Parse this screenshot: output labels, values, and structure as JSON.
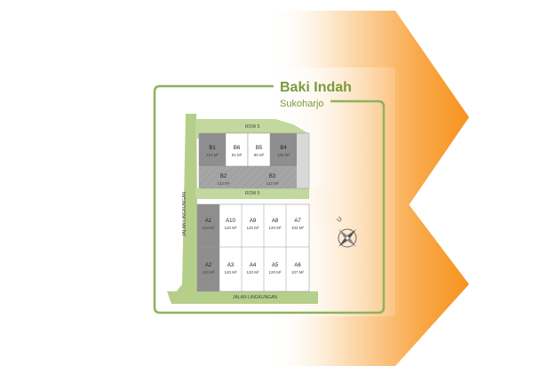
{
  "title": "Baki Indah",
  "subtitle": "Sukoharjo",
  "roads": {
    "row_top": "ROW 5",
    "row_mid": "ROW 5",
    "left": "JALAN LINGKUNGAN",
    "bottom": "JALAN LINGKUNGAN"
  },
  "compass_label": "U",
  "lots_top": [
    {
      "id": "B1",
      "area": "110 M²"
    },
    {
      "id": "B6",
      "area": "91 M²"
    },
    {
      "id": "B5",
      "area": "80 M²"
    },
    {
      "id": "B4",
      "area": "105 M²"
    }
  ],
  "lots_mid": [
    {
      "id": "B2",
      "area": "112 M²"
    },
    {
      "id": "B3",
      "area": "112 M²"
    }
  ],
  "lots_row1": [
    {
      "id": "A1",
      "area": "123 M²"
    },
    {
      "id": "A10",
      "area": "120 M²"
    },
    {
      "id": "A9",
      "area": "120 M²"
    },
    {
      "id": "A8",
      "area": "120 M²"
    },
    {
      "id": "A7",
      "area": "103 M²"
    }
  ],
  "lots_row2": [
    {
      "id": "A2",
      "area": "120 M²"
    },
    {
      "id": "A3",
      "area": "120 M²"
    },
    {
      "id": "A4",
      "area": "120 M²"
    },
    {
      "id": "A5",
      "area": "120 M²"
    },
    {
      "id": "A6",
      "area": "107 M²"
    }
  ],
  "colors": {
    "accent_orange": "#f7931e",
    "frame_green": "#8db35a",
    "road_green": "#b5cf8b",
    "lot_dark": "#8f8f8f",
    "lot_light": "#ffffff"
  }
}
